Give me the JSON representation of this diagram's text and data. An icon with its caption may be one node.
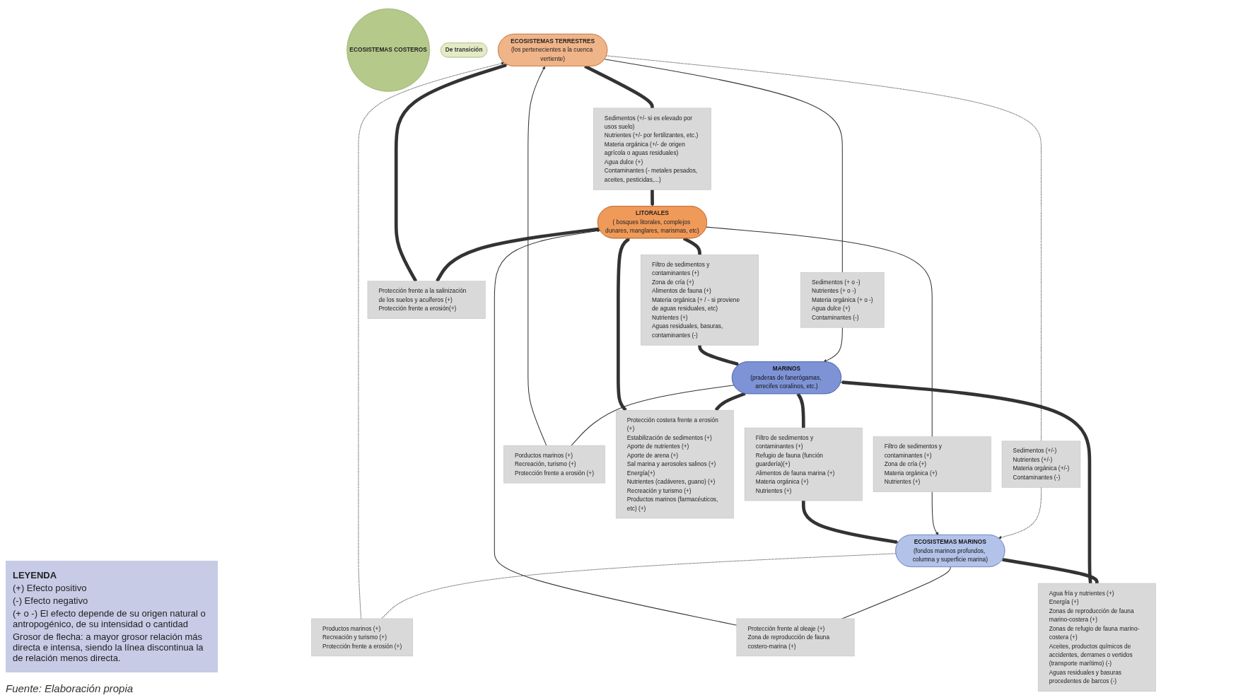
{
  "diagram": {
    "caption": "Fuente: Elaboración propia",
    "nodes": [
      {
        "text": [
          "ECOSISTEMAS TERRESTRES",
          "(los pertenecientes a la cuenca vertiente)"
        ]
      },
      {
        "text": [
          "Sedimentos (+/- si es elevado por usos suelo)",
          "Nutrientes (+/- por fertilizantes, etc.)",
          "Materia orgánica (+/- de origen agrícola o aguas residuales)",
          "Agua dulce (+)",
          "Contaminantes (- metales pesados, aceites, pesticidas,...)"
        ]
      },
      {
        "text": [
          "Sedimentos (+ o -)",
          "Nutrientes (+ o -)",
          "Materia orgánica (+ o -)",
          "Agua dulce (+)",
          "Contaminantes (-)"
        ]
      },
      {
        "text": [
          "Sedimentos (+/-)",
          "Nutrientes (+/-)",
          "Materia orgánica (+/-)",
          "Contaminantes (-)"
        ]
      },
      {
        "text": [
          "Protección frente a la salinización de los suelos y acuíferos (+)",
          "Protección frente a erosión(+)"
        ]
      },
      {
        "text": [
          "Filtro de sedimentos y contaminantes (+)",
          "Zona de cría (+)",
          "Alimentos de fauna (+)",
          "Materia orgánica (+ / - si proviene de aguas residuales, etc)",
          "Nutrientes (+)",
          "Aguas residuales, basuras, contaminantes (-)"
        ]
      },
      {
        "text": [
          "Filtro de sedimentos y contaminantes (+)",
          "Zona de cría (+)",
          "Materia orgánica (+)",
          "Nutrientes (+)"
        ]
      },
      {
        "text": [
          "LITORALES",
          "( bosques litorales, complejos dunares, manglares, marismas, etc)"
        ]
      },
      {
        "text": [
          "ECOSISTEMAS COSTEROS"
        ]
      },
      {
        "text": [
          "De transición"
        ]
      },
      {
        "text": [
          "MARINOS",
          "(praderas de fanerógamas, arrecifes coralinos, etc.)"
        ]
      },
      {
        "text": [
          "Porductos marinos (+)",
          "Recreación, turismo (+)",
          "Protección frente a erosión (+)"
        ]
      },
      {
        "text": [
          "Protección costera frente a erosión (+)",
          "Estabilización de sedimentos (+)",
          "Aporte de nutrientes (+)",
          "Aporte de arena (+)",
          "Sal marina y aerosoles salinos (+)",
          "Energía(+)",
          "Nutrientes (cadáveres, guano) (+)",
          "Recreación y turismo (+)",
          "Productos marinos (farmacéuticos, etc) (+)"
        ]
      },
      {
        "text": [
          "Productos marinos (+)",
          "Recreación y turismo (+)",
          "Protección frente a erosión (+)"
        ]
      },
      {
        "text": [
          "Protección frente al oleaje (+)",
          "Zona de reproducción de fauna costero-marina (+)"
        ]
      },
      {
        "text": [
          "Agua fría y nutrientes (+)",
          "Energía (+)",
          "Zonas de reproducción de fauna marino-costera (+)",
          "Zonas de refugio de fauna marino-costera (+)",
          "Aceites, productos químicos de accidentes, derrames o vertidos (transporte marítimo) (-)",
          "Aguas residuales y basuras procedentes de barcos (-)"
        ]
      },
      {
        "text": [
          "Filtro de sedimentos y contaminantes (+)",
          "Refugio de fauna (función guardería)(+)",
          "Alimentos de fauna marina (+)",
          "Materia orgánica (+)",
          "Nutrientes (+)"
        ]
      },
      {
        "text": [
          "ECOSISTEMAS MARINOS",
          "(fondos marinos profundos, columna y superficie marina)"
        ]
      }
    ],
    "edges": [
      {
        "from": 0,
        "to": 1,
        "arrow": "none",
        "style": "thick"
      },
      {
        "from": 1,
        "to": 7,
        "arrow": "to",
        "style": "thick"
      },
      {
        "from": 0,
        "to": 2,
        "arrow": "none"
      },
      {
        "from": 2,
        "to": 10,
        "arrow": "to"
      },
      {
        "from": 0,
        "to": 3,
        "arrow": "none",
        "style": "dashed"
      },
      {
        "from": 3,
        "to": 17,
        "arrow": "to",
        "style": "dashed"
      },
      {
        "from": 7,
        "to": 4,
        "arrow": "none",
        "style": "thick"
      },
      {
        "from": 4,
        "to": 0,
        "arrow": "to",
        "style": "thick"
      },
      {
        "from": 7,
        "to": 5,
        "arrow": "none",
        "style": "thick"
      },
      {
        "from": 5,
        "to": 10,
        "arrow": "to",
        "style": "thick"
      },
      {
        "from": 7,
        "to": 6,
        "arrow": "none"
      },
      {
        "from": 6,
        "to": 17,
        "arrow": "to"
      },
      {
        "from": 10,
        "to": 11,
        "arrow": "none"
      },
      {
        "from": 11,
        "to": 0,
        "arrow": "to"
      },
      {
        "from": 10,
        "to": 12,
        "arrow": "none",
        "style": "thick"
      },
      {
        "from": 12,
        "to": 7,
        "arrow": "to",
        "style": "thick"
      },
      {
        "from": 17,
        "to": 13,
        "arrow": "none",
        "style": "dashed"
      },
      {
        "from": 13,
        "to": 0,
        "arrow": "to",
        "style": "dashed"
      },
      {
        "from": 17,
        "to": 14,
        "arrow": "none"
      },
      {
        "from": 14,
        "to": 7,
        "arrow": "to"
      },
      {
        "from": 17,
        "to": 15,
        "arrow": "none",
        "style": "thick"
      },
      {
        "from": 15,
        "to": 10,
        "arrow": "to",
        "style": "thick"
      },
      {
        "from": 10,
        "to": 16,
        "arrow": "none",
        "style": "thick"
      },
      {
        "from": 16,
        "to": 17,
        "arrow": "to",
        "style": "thick"
      }
    ],
    "labels": [
      "LEYENDA",
      "(+) Efecto positivo",
      "(-) Efecto negativo",
      "(+ o -) El efecto depende de su origen natural o antropogénico, de su intensidad o cantidad",
      "Grosor de flecha: a mayor grosor relación más directa e intensa, siendo la línea discontinua la de relación menos directa."
    ]
  }
}
